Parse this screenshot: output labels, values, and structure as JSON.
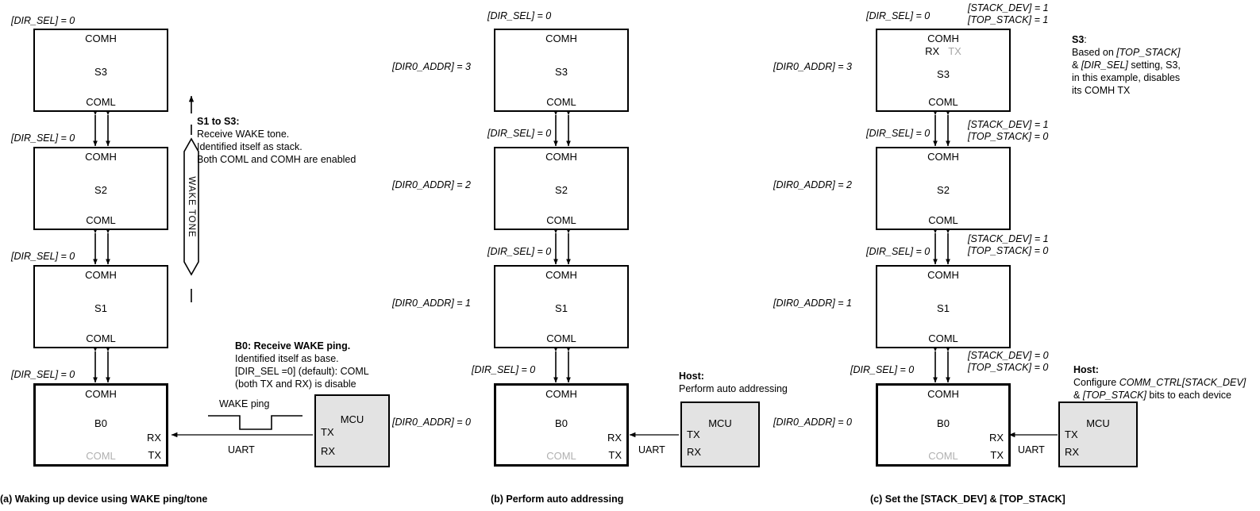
{
  "panels": [
    {
      "id": "a",
      "caption": "(a) Waking up device using WAKE ping/tone",
      "devices": [
        {
          "name": "S3",
          "comh": "COMH",
          "coml": "COML",
          "left_label": "[DIR_SEL] = 0"
        },
        {
          "name": "S2",
          "comh": "COMH",
          "coml": "COML",
          "left_label": "[DIR_SEL] = 0"
        },
        {
          "name": "S1",
          "comh": "COMH",
          "coml": "COML",
          "left_label": "[DIR_SEL] = 0"
        },
        {
          "name": "B0",
          "comh": "COMH",
          "coml": "COML",
          "left_label": "[DIR_SEL] = 0",
          "rx": "RX",
          "tx": "TX"
        }
      ],
      "wake_tone_label": "WAKE TONE",
      "wake_ping_label": "WAKE ping",
      "uart_label": "UART",
      "mcu_label": "MCU",
      "mcu_tx": "TX",
      "mcu_rx": "RX",
      "note_stack_title": "S1 to S3:",
      "note_stack_lines": [
        "Receive WAKE tone.",
        "Identified itself as stack.",
        "Both COML and COMH are enabled"
      ],
      "note_base_title": "B0: Receive WAKE ping.",
      "note_base_lines": [
        "Identified itself as base.",
        "[DIR_SEL =0] (default): COML",
        "(both TX and RX) is disable"
      ]
    },
    {
      "id": "b",
      "caption": "(b) Perform auto addressing",
      "devices": [
        {
          "name": "S3",
          "comh": "COMH",
          "coml": "COML",
          "top_label": "[DIR_SEL] = 0",
          "left_label": "[DIR0_ADDR] = 3"
        },
        {
          "name": "S2",
          "comh": "COMH",
          "coml": "COML",
          "top_label": "[DIR_SEL] = 0",
          "left_label": "[DIR0_ADDR] = 2"
        },
        {
          "name": "S1",
          "comh": "COMH",
          "coml": "COML",
          "top_label": "[DIR_SEL] = 0",
          "left_label": "[DIR0_ADDR] = 1"
        },
        {
          "name": "B0",
          "comh": "COMH",
          "coml": "COML",
          "top_label": "[DIR_SEL] = 0",
          "left_label": "[DIR0_ADDR] = 0",
          "rx": "RX",
          "tx": "TX"
        }
      ],
      "uart_label": "UART",
      "mcu_label": "MCU",
      "mcu_tx": "TX",
      "mcu_rx": "RX",
      "host_title": "Host:",
      "host_lines": [
        "Perform auto addressing"
      ]
    },
    {
      "id": "c",
      "caption": "(c) Set the [STACK_DEV] & [TOP_STACK]",
      "devices": [
        {
          "name": "S3",
          "comh": "COMH",
          "coml": "COML",
          "top_label": "[DIR_SEL] = 0",
          "left_label": "[DIR0_ADDR] = 3",
          "rx_top": "RX",
          "tx_top": "TX",
          "right_label_1": "[STACK_DEV] = 1",
          "right_label_2": "[TOP_STACK] = 1"
        },
        {
          "name": "S2",
          "comh": "COMH",
          "coml": "COML",
          "top_label": "[DIR_SEL] = 0",
          "left_label": "[DIR0_ADDR] = 2",
          "right_label_1": "[STACK_DEV] = 1",
          "right_label_2": "[TOP_STACK] = 0"
        },
        {
          "name": "S1",
          "comh": "COMH",
          "coml": "COML",
          "top_label": "[DIR_SEL] = 0",
          "left_label": "[DIR0_ADDR] = 1",
          "right_label_1": "[STACK_DEV] = 1",
          "right_label_2": "[TOP_STACK] = 0"
        },
        {
          "name": "B0",
          "comh": "COMH",
          "coml": "COML",
          "top_label": "[DIR_SEL] = 0",
          "left_label": "[DIR0_ADDR] = 0",
          "rx": "RX",
          "tx": "TX",
          "right_label_1": "[STACK_DEV] = 0",
          "right_label_2": "[TOP_STACK] = 0"
        }
      ],
      "uart_label": "UART",
      "mcu_label": "MCU",
      "mcu_tx": "TX",
      "mcu_rx": "RX",
      "note_s3_title": "S3",
      "note_s3_lines": [
        "Based on [TOP_STACK]",
        "& [DIR_SEL] setting, S3,",
        "in this example, disables",
        "its COMH TX"
      ],
      "host_title": "Host:",
      "host_lines": [
        "Configure COMM_CTRL[STACK_DEV]",
        "& [TOP_STACK] bits to each device"
      ]
    }
  ],
  "colors": {
    "line": "#000000",
    "mcu_fill": "#e3e3e3",
    "disabled_text": "#b0b0b0",
    "background": "#ffffff"
  }
}
